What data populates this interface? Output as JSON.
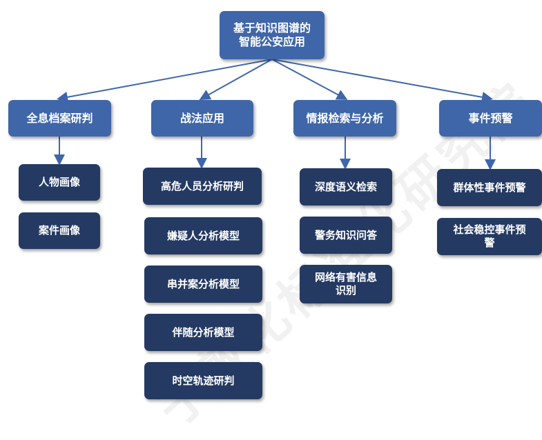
{
  "diagram": {
    "root": {
      "label": "基于知识图谱的\n智能公安应用"
    },
    "categories": [
      {
        "label": "全息档案研判",
        "children": [
          "人物画像",
          "案件画像"
        ]
      },
      {
        "label": "战法应用",
        "children": [
          "高危人员分析研判",
          "嫌疑人分析模型",
          "串并案分析模型",
          "伴随分析模型",
          "时空轨迹研判"
        ]
      },
      {
        "label": "情报检索与分析",
        "children": [
          "深度语义检索",
          "警务知识问答",
          "网络有害信息\n识别"
        ]
      },
      {
        "label": "事件预警",
        "children": [
          "群体性事件预警",
          "社会稳控事件预\n警"
        ]
      }
    ]
  },
  "watermark": {
    "text": "于敦化标准化研究院"
  },
  "colors": {
    "node_fill": "#3f66a8",
    "leaf_fill": "#243a63",
    "connector": "#3f66a8"
  }
}
